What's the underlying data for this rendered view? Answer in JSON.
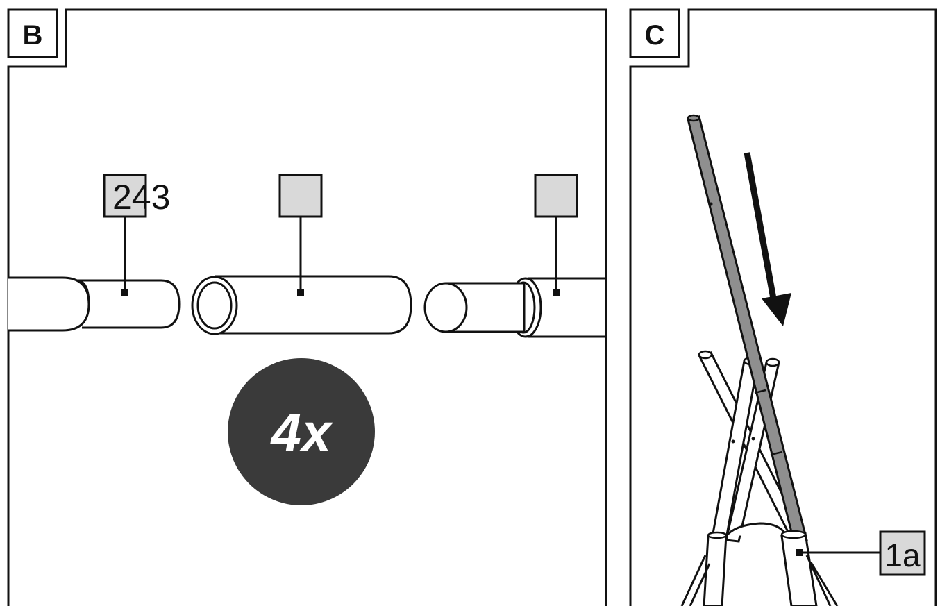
{
  "panels": [
    {
      "id": "B",
      "tag": "B",
      "callouts": [
        {
          "number": "243"
        },
        {
          "number": ""
        },
        {
          "number": ""
        }
      ],
      "badge": "4x"
    },
    {
      "id": "C",
      "tag": "C",
      "callout": {
        "number": "1a"
      }
    }
  ],
  "colors": {
    "line": "#111111",
    "label_box": "#d9d9d9",
    "pole_grey": "#8f8f8f",
    "badge_bg": "#3a3a3a",
    "badge_text": "#ffffff"
  }
}
